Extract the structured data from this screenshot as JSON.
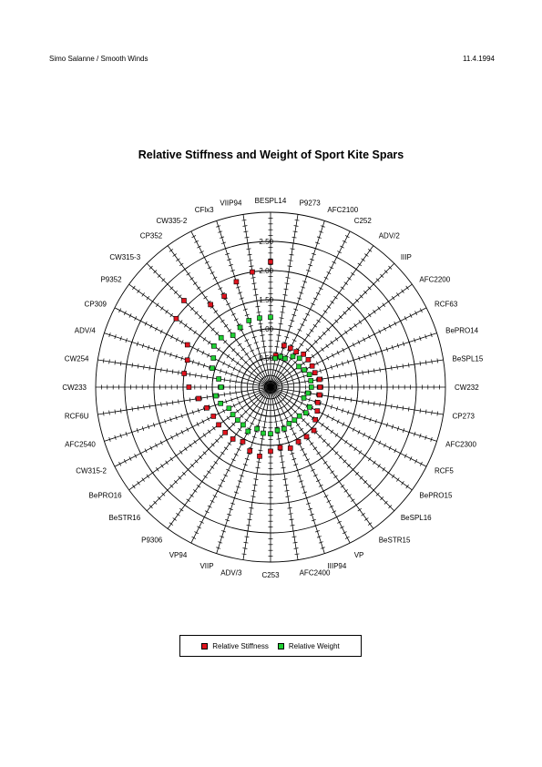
{
  "header": {
    "left": "Simo Salanne / Smooth Winds",
    "right": "11.4.1994"
  },
  "chart_data": {
    "type": "scatter",
    "coordinate_system": "polar",
    "title": "Relative Stiffness and Weight of Sport Kite Spars",
    "radial_ticks": [
      "0.50",
      "1.00",
      "1.50",
      "2.00",
      "2.50"
    ],
    "rmax": 3.0,
    "categories": [
      "BESPL14",
      "P9273",
      "AFC2100",
      "C252",
      "ADV/2",
      "IIIP",
      "AFC2200",
      "RCF63",
      "BePRO14",
      "BeSPL15",
      "CW232",
      "CP273",
      "AFC2300",
      "RCF5",
      "BePRO15",
      "BeSPL16",
      "BeSTR15",
      "VP",
      "IIIP94",
      "AFC2400",
      "C253",
      "ADV/3",
      "VIIP",
      "VP94",
      "P9306",
      "BeSTR16",
      "BePRO16",
      "CW315-2",
      "AFC2540",
      "RCF6U",
      "CW233",
      "CW254",
      "ADV/4",
      "CP309",
      "P9352",
      "CW315-3",
      "CP352",
      "CW335-2",
      "CFlx3",
      "VIIP94"
    ],
    "series": [
      {
        "name": "Relative Stiffness",
        "color": "#e0141e",
        "values": [
          2.15,
          0.55,
          0.75,
          0.75,
          0.75,
          0.8,
          0.8,
          0.8,
          0.8,
          0.85,
          0.85,
          0.85,
          0.85,
          0.9,
          0.95,
          1.05,
          1.05,
          1.05,
          1.1,
          1.05,
          1.1,
          1.2,
          1.15,
          1.05,
          1.1,
          1.1,
          1.1,
          1.1,
          1.15,
          1.25,
          1.4,
          1.5,
          1.5,
          1.6,
          2.0,
          2.1,
          1.75,
          1.75,
          1.9,
          2.0
        ]
      },
      {
        "name": "Relative Weight",
        "color": "#1fcf32",
        "values": [
          1.2,
          0.5,
          0.55,
          0.55,
          0.65,
          0.7,
          0.6,
          0.65,
          0.7,
          0.7,
          0.7,
          0.65,
          0.6,
          0.75,
          0.75,
          0.7,
          0.7,
          0.7,
          0.75,
          0.75,
          0.8,
          0.8,
          0.75,
          0.85,
          0.8,
          0.8,
          0.8,
          0.8,
          0.9,
          0.95,
          0.85,
          0.9,
          1.05,
          1.1,
          1.2,
          1.2,
          1.1,
          1.15,
          1.2,
          1.2
        ]
      }
    ]
  }
}
